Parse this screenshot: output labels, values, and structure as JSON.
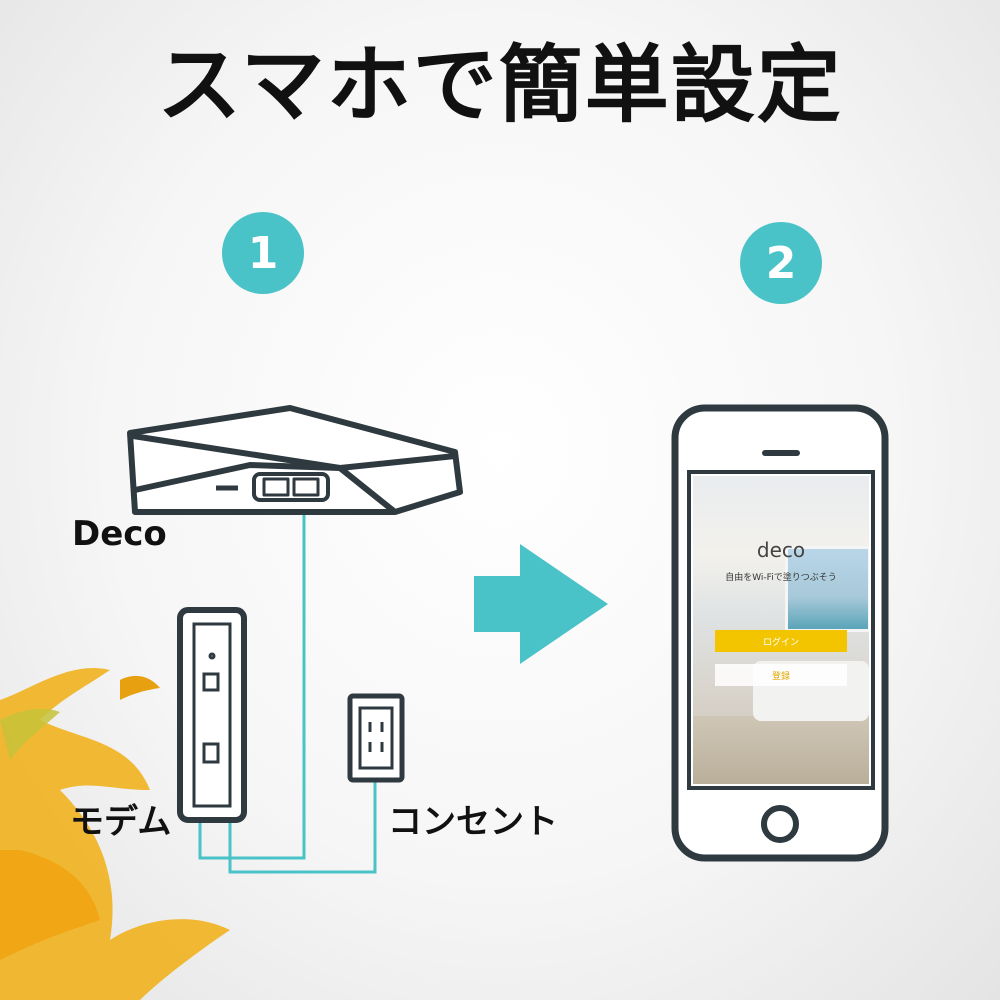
{
  "title": "スマホで簡単設定",
  "steps": [
    {
      "number": "1"
    },
    {
      "number": "2"
    }
  ],
  "labels": {
    "deco": "Deco",
    "modem": "モデム",
    "outlet": "コンセント"
  },
  "phone_screen": {
    "logo": "deco",
    "tagline": "自由をWi-Fiで塗りつぶそう",
    "login_button": "ログイン",
    "register_button": "登録"
  },
  "colors": {
    "accent": "#4ac3c8",
    "outline": "#2e3a40",
    "cable": "#4ac3c8",
    "login_yellow": "#f2c500"
  }
}
